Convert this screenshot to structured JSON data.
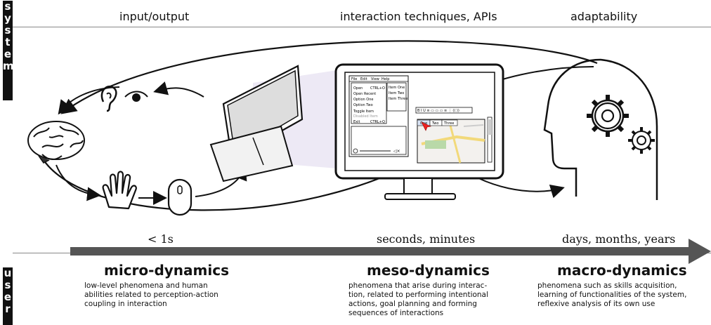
{
  "side_labels": {
    "system": [
      "s",
      "y",
      "s",
      "t",
      "e",
      "m"
    ],
    "user": [
      "u",
      "s",
      "e",
      "r"
    ]
  },
  "headers": {
    "io": "input/output",
    "interaction": "interaction techniques, APIs",
    "adaptability": "adaptability"
  },
  "timescales": {
    "micro": "< 1s",
    "meso": "seconds, minutes",
    "macro": "days, months, years"
  },
  "dynamics": {
    "micro": {
      "title": "micro-dynamics",
      "lines": [
        "low-level phenomena and human",
        "abilities related to perception-action",
        "coupling in interaction"
      ]
    },
    "meso": {
      "title": "meso-dynamics",
      "lines": [
        "phenomena that arise during interac-",
        "tion, related to performing intentional",
        "actions, goal planning and forming",
        "sequences of interactions"
      ]
    },
    "macro": {
      "title": "macro-dynamics",
      "lines": [
        "phenomena such as skills acquisition,",
        "learning of functionalities of the system,",
        "reflexive analysis of its own use"
      ]
    }
  },
  "screen_ui": {
    "menubar": [
      "File",
      "Edit",
      "View",
      "Help"
    ],
    "menu_items": [
      "Open",
      "Open Recent",
      "Option One",
      "Option Two",
      "Toggle Item",
      "Disabled Item",
      "Exit"
    ],
    "shortcut": "CTRL+O",
    "exit_shortcut": "CTRL+Q",
    "list_items": [
      "Item One",
      "Item Two",
      "Item Three"
    ],
    "tabs": [
      "One",
      "Two",
      "Three"
    ]
  }
}
